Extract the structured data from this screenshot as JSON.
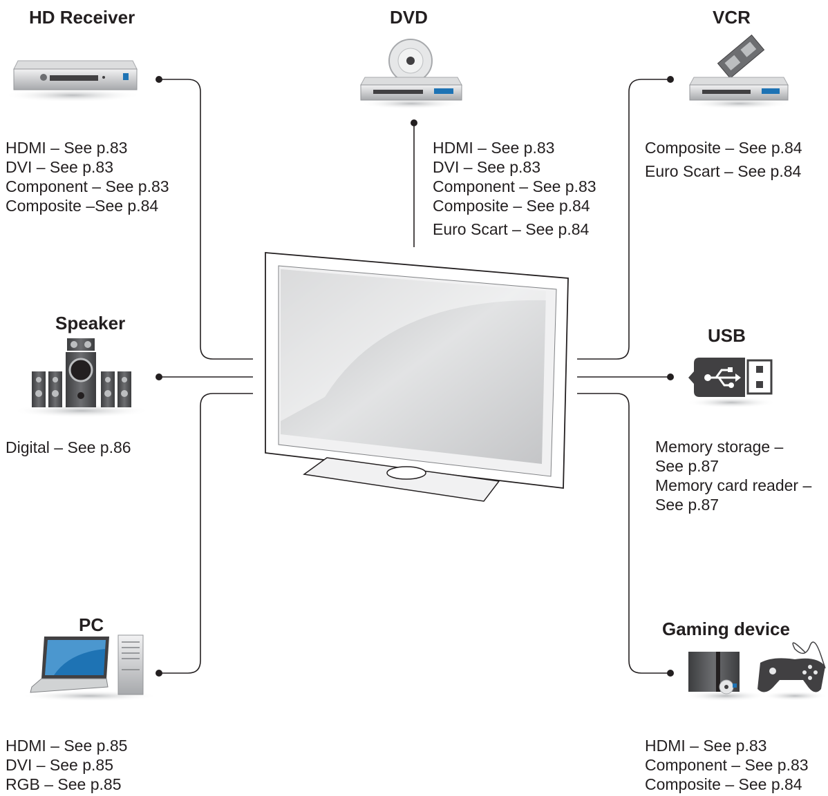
{
  "devices": {
    "hd_receiver": {
      "title": "HD Receiver",
      "lines": [
        "HDMI – See p.83",
        "DVI – See p.83",
        "Component – See p.83",
        "Composite –See p.84"
      ]
    },
    "dvd": {
      "title": "DVD",
      "lines": [
        "HDMI – See p.83",
        "DVI – See p.83",
        "Component – See p.83",
        "Composite – See p.84",
        "Euro Scart –  See p.84"
      ]
    },
    "vcr": {
      "title": "VCR",
      "lines": [
        "Composite – See p.84",
        "Euro Scart –  See p.84"
      ]
    },
    "speaker": {
      "title": "Speaker",
      "lines": [
        "Digital – See p.86"
      ]
    },
    "usb": {
      "title": "USB",
      "lines": [
        "Memory storage –",
        "See p.87",
        "Memory card reader –",
        "See p.87"
      ]
    },
    "pc": {
      "title": "PC",
      "lines": [
        "HDMI – See p.85",
        "DVI – See p.85",
        "RGB – See p.85"
      ]
    },
    "gaming": {
      "title": "Gaming device",
      "lines": [
        "HDMI – See p.83",
        "Component – See p.83",
        "Composite – See p.84"
      ]
    }
  },
  "colors": {
    "line": "#231f20",
    "device_body": "#c9cbcd",
    "accent_blue": "#1e73b4",
    "screen": "#d8d9da"
  }
}
